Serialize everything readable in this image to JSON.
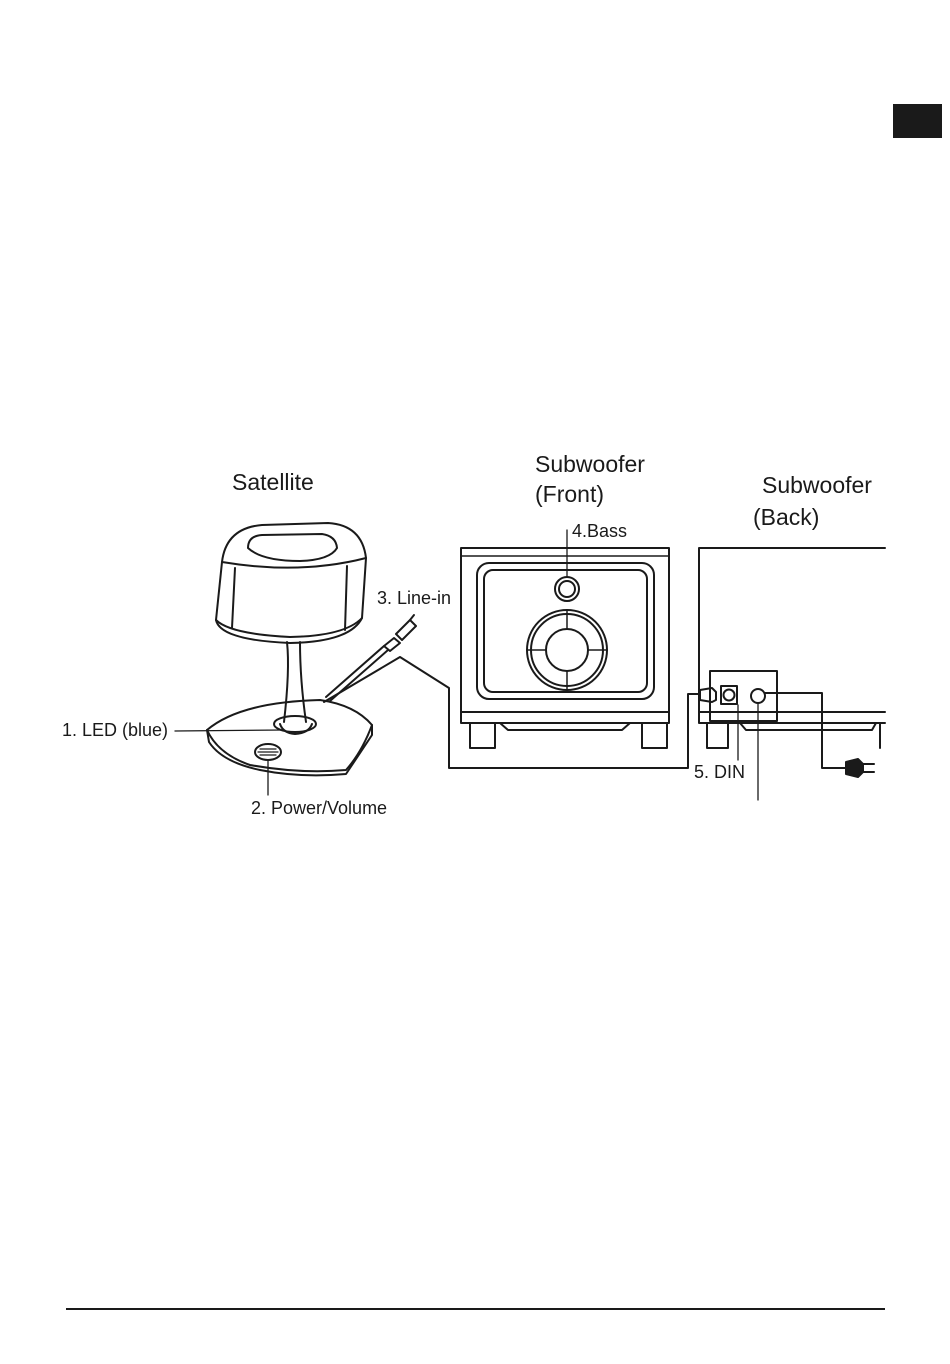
{
  "headings": {
    "satellite": "Satellite",
    "subwoofer_front_line1": "Subwoofer",
    "subwoofer_front_line2": "(Front)",
    "subwoofer_back_line1": "Subwoofer",
    "subwoofer_back_line2": "(Back)"
  },
  "callouts": {
    "led": "1. LED (blue)",
    "power_volume": "2. Power/Volume",
    "line_in": "3. Line-in",
    "bass": "4.Bass",
    "din": "5. DIN"
  }
}
